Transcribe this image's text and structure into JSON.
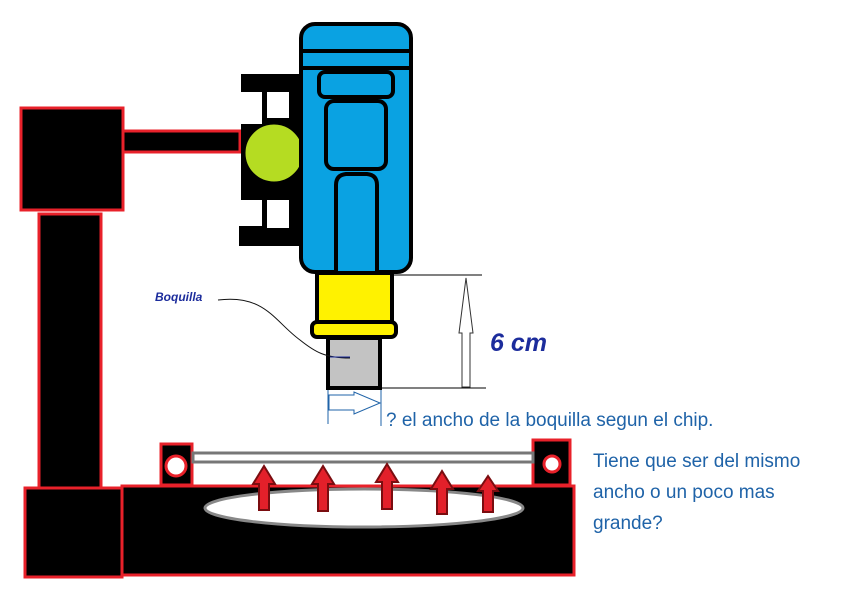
{
  "labels": {
    "nozzle": "Boquilla",
    "height": "6 cm",
    "width_question": "? el ancho de la boquilla segun el chip.",
    "question_lines": [
      "Tiene que ser del mismo",
      "ancho o un poco mas",
      "grande?"
    ]
  },
  "colors": {
    "frame_fill": "#000000",
    "frame_border": "#e8212a",
    "motor": "#0aa2e2",
    "knob": "#b5dc22",
    "collar": "#fff200",
    "nozzle": "#c3c3c3",
    "heat_arrows": "#e3202a",
    "text_blue": "#1f63a8",
    "label_navy": "#1c2c9c"
  }
}
